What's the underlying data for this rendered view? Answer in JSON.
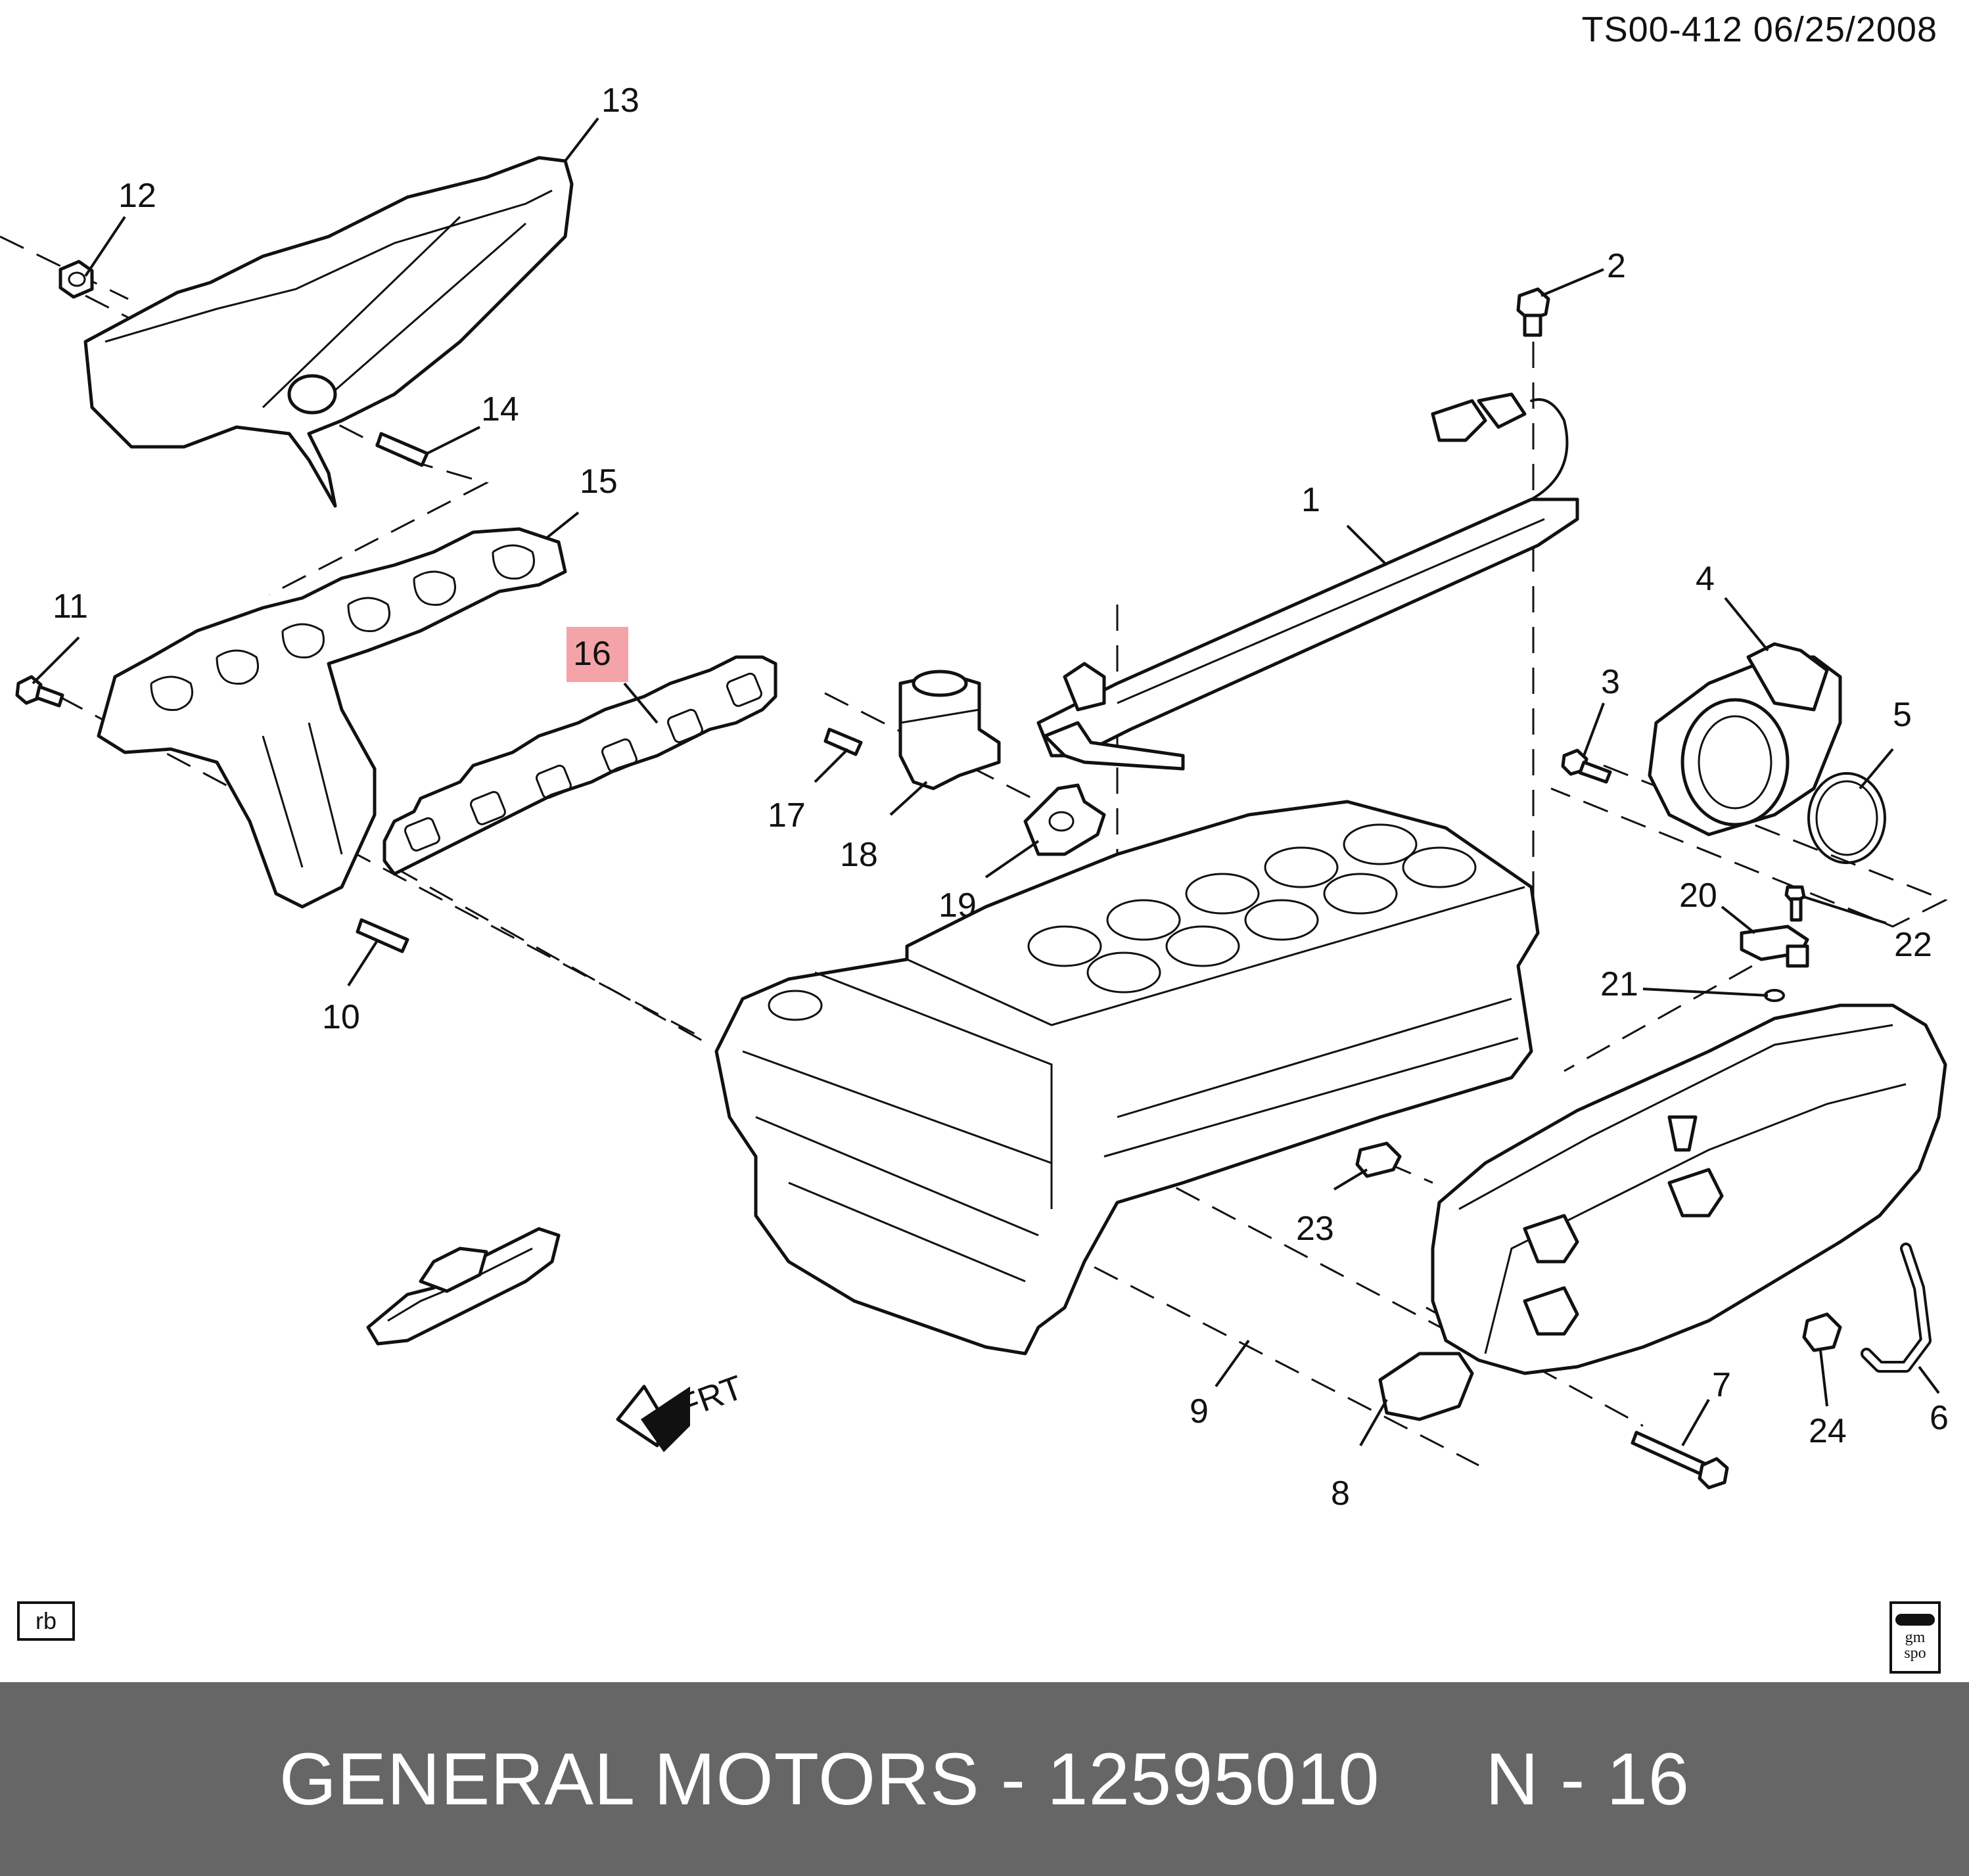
{
  "header": {
    "reference": "TS00-412  06/25/2008"
  },
  "callouts": [
    {
      "id": "1",
      "label": "1"
    },
    {
      "id": "2",
      "label": "2"
    },
    {
      "id": "3",
      "label": "3"
    },
    {
      "id": "4",
      "label": "4"
    },
    {
      "id": "5",
      "label": "5"
    },
    {
      "id": "6",
      "label": "6"
    },
    {
      "id": "7",
      "label": "7"
    },
    {
      "id": "8",
      "label": "8"
    },
    {
      "id": "9",
      "label": "9"
    },
    {
      "id": "10",
      "label": "10"
    },
    {
      "id": "11",
      "label": "11"
    },
    {
      "id": "12",
      "label": "12"
    },
    {
      "id": "13",
      "label": "13"
    },
    {
      "id": "14",
      "label": "14"
    },
    {
      "id": "15",
      "label": "15"
    },
    {
      "id": "16",
      "label": "16",
      "highlighted": true
    },
    {
      "id": "17",
      "label": "17"
    },
    {
      "id": "18",
      "label": "18"
    },
    {
      "id": "19",
      "label": "19"
    },
    {
      "id": "20",
      "label": "20"
    },
    {
      "id": "21",
      "label": "21"
    },
    {
      "id": "22",
      "label": "22"
    },
    {
      "id": "23",
      "label": "23"
    },
    {
      "id": "24",
      "label": "24"
    }
  ],
  "arrow_text": "FRT",
  "corner_box": "rb",
  "logo": {
    "line1": "gm",
    "line2": "spo"
  },
  "footer": {
    "text": "GENERAL MOTORS - 12595010     N - 16"
  },
  "colors": {
    "highlight": "#f4a3a8",
    "footer_bg": "#666666",
    "footer_text": "#ffffff"
  }
}
